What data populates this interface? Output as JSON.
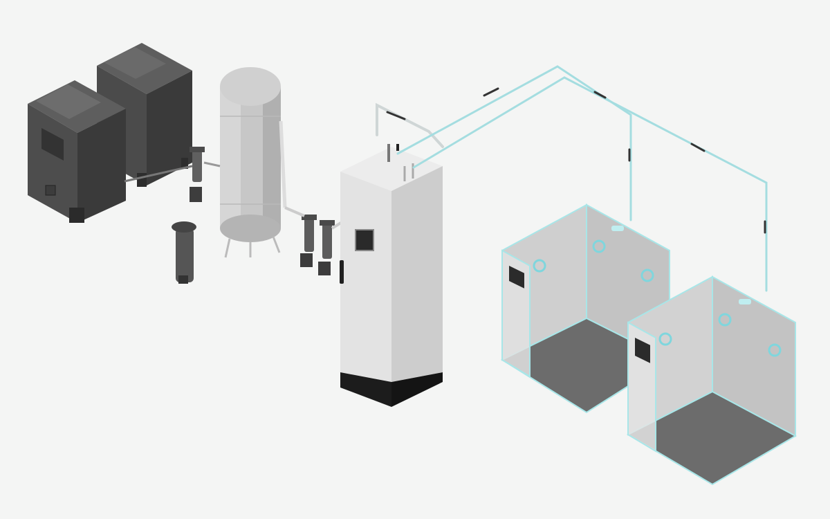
{
  "scene": {
    "background": "#f4f5f4",
    "colors": {
      "compressor_dark": "#4a4a4a",
      "compressor_side": "#3a3a3a",
      "compressor_top": "#5e5e5e",
      "tank_body": "#c9c9c9",
      "tank_shade": "#a9a9a9",
      "cabinet_front": "#e2e2e2",
      "cabinet_side": "#cfcfcf",
      "cabinet_top": "#ededed",
      "cabinet_base": "#1c1c1c",
      "pipe": "#9fdde0",
      "pipe_dark": "#3f3f3f",
      "room_wall": "#c8c8c8",
      "room_wall_side": "#d6d6d6",
      "room_floor": "#6d6d6d",
      "room_edge": "#a8e6e8",
      "sensor": "#7fd6dd"
    }
  },
  "components": [
    "compressor-1",
    "compressor-2",
    "inlet-filter",
    "inline-filter",
    "air-receiver-tank",
    "dryer-filter-1",
    "dryer-filter-2",
    "generator-cabinet",
    "storage-room-1",
    "storage-room-2"
  ]
}
